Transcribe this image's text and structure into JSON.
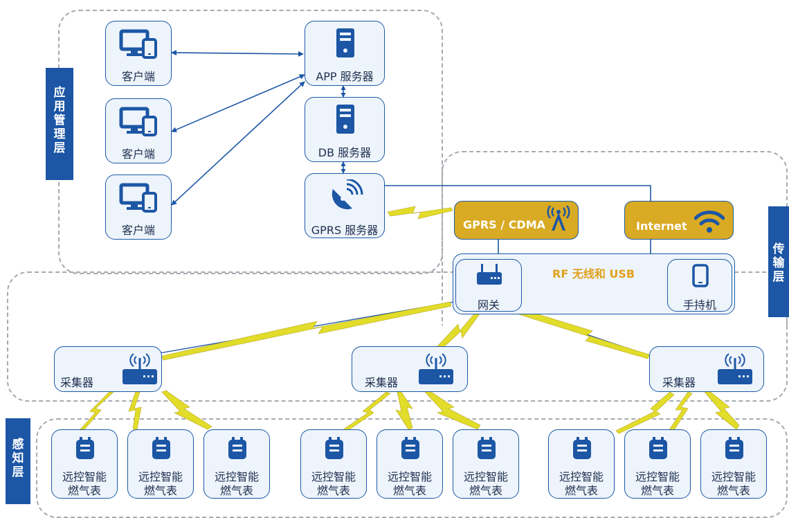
{
  "layers": {
    "app": "应用管理层",
    "transport": "传输层",
    "perception": "感知层"
  },
  "app_layer": {
    "clients": [
      "客户端",
      "客户端",
      "客户端"
    ],
    "app_server": "APP 服务器",
    "db_server": "DB 服务器",
    "gprs_server": "GPRS 服务器"
  },
  "transport_layer": {
    "gprs_cdma": "GPRS / CDMA",
    "internet": "Internet",
    "rf_label": "RF 无线和 USB",
    "gateway": "网关",
    "handheld": "手持机"
  },
  "collectors": [
    "采集器",
    "采集器",
    "采集器"
  ],
  "meters": {
    "line1": "远控智能",
    "line2": "燃气表",
    "count": 9
  },
  "colors": {
    "primary": "#1c56a5",
    "box_fill": "#eef4fb",
    "gold": "#d9aa23",
    "lightning": "#e2dc2a",
    "dashed_border": "#a6aab0"
  },
  "icons": {
    "client": "computer-tablet-icon",
    "server": "server-tower-icon",
    "gprs": "satellite-dish-icon",
    "antenna": "cell-tower-icon",
    "wifi": "wifi-icon",
    "gateway": "router-icon",
    "handheld": "phone-icon",
    "meter": "gas-meter-icon"
  }
}
